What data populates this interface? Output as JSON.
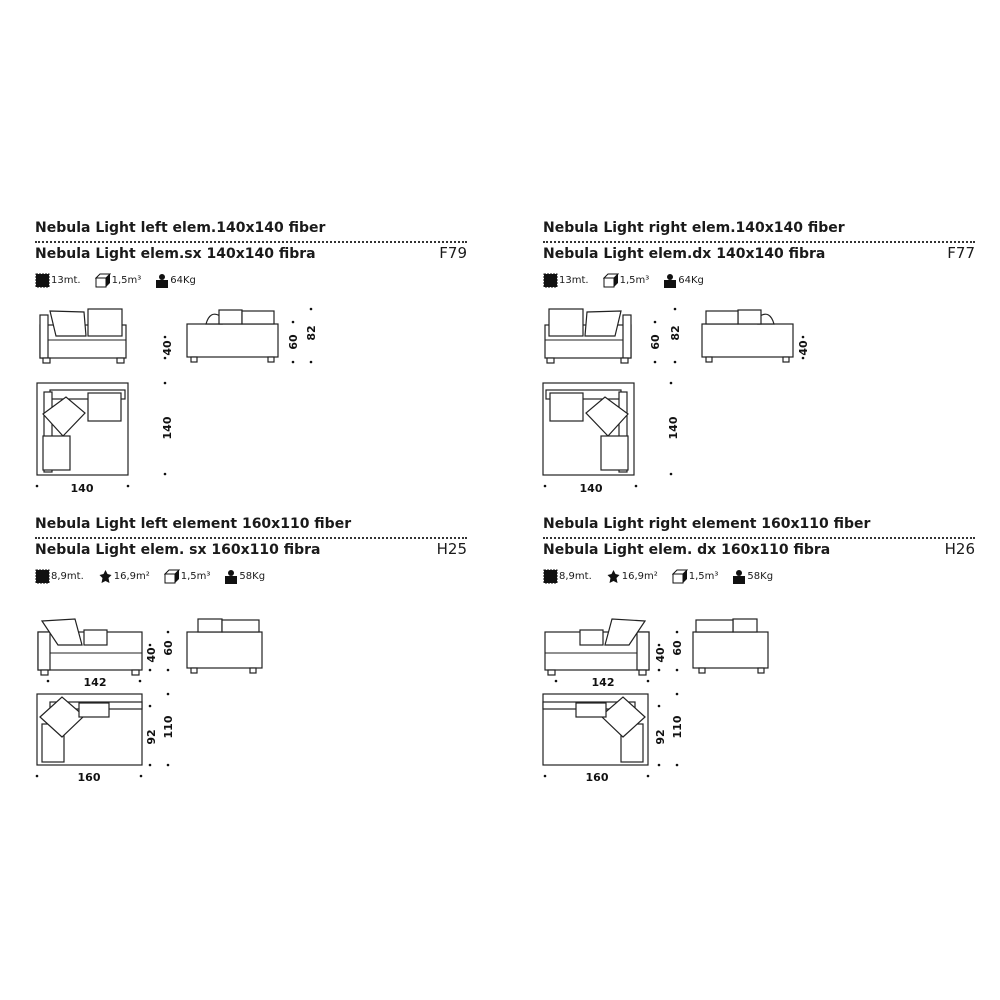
{
  "products": [
    {
      "title_en": "Nebula Light left elem.140x140 fiber",
      "title_it": "Nebula Light elem.sx 140x140 fibra",
      "code": "F79",
      "specs": {
        "fabric": "13mt.",
        "volume": "1,5m³",
        "weight": "64Kg"
      },
      "dims": {
        "seat_height": "40",
        "back_height": "60",
        "total_height": "82",
        "depth": "140",
        "width": "140"
      }
    },
    {
      "title_en": "Nebula Light right elem.140x140 fiber",
      "title_it": "Nebula Light elem.dx 140x140 fibra",
      "code": "F77",
      "specs": {
        "fabric": "13mt.",
        "volume": "1,5m³",
        "weight": "64Kg"
      },
      "dims": {
        "seat_height": "40",
        "back_height": "60",
        "total_height": "82",
        "depth": "140",
        "width": "140"
      }
    },
    {
      "title_en": "Nebula Light left element 160x110 fiber",
      "title_it": "Nebula Light elem. sx 160x110 fibra",
      "code": "H25",
      "specs": {
        "fabric": "8,9mt.",
        "leather": "16,9m²",
        "volume": "1,5m³",
        "weight": "58Kg"
      },
      "dims": {
        "seat_height": "40",
        "total_height": "60",
        "seat_width": "142",
        "seat_depth": "92",
        "depth": "110",
        "width": "160"
      }
    },
    {
      "title_en": "Nebula Light right element 160x110 fiber",
      "title_it": "Nebula Light elem. dx 160x110 fibra",
      "code": "H26",
      "specs": {
        "fabric": "8,9mt.",
        "leather": "16,9m²",
        "volume": "1,5m³",
        "weight": "58Kg"
      },
      "dims": {
        "seat_height": "40",
        "total_height": "60",
        "seat_width": "142",
        "seat_depth": "92",
        "depth": "110",
        "width": "160"
      }
    }
  ]
}
